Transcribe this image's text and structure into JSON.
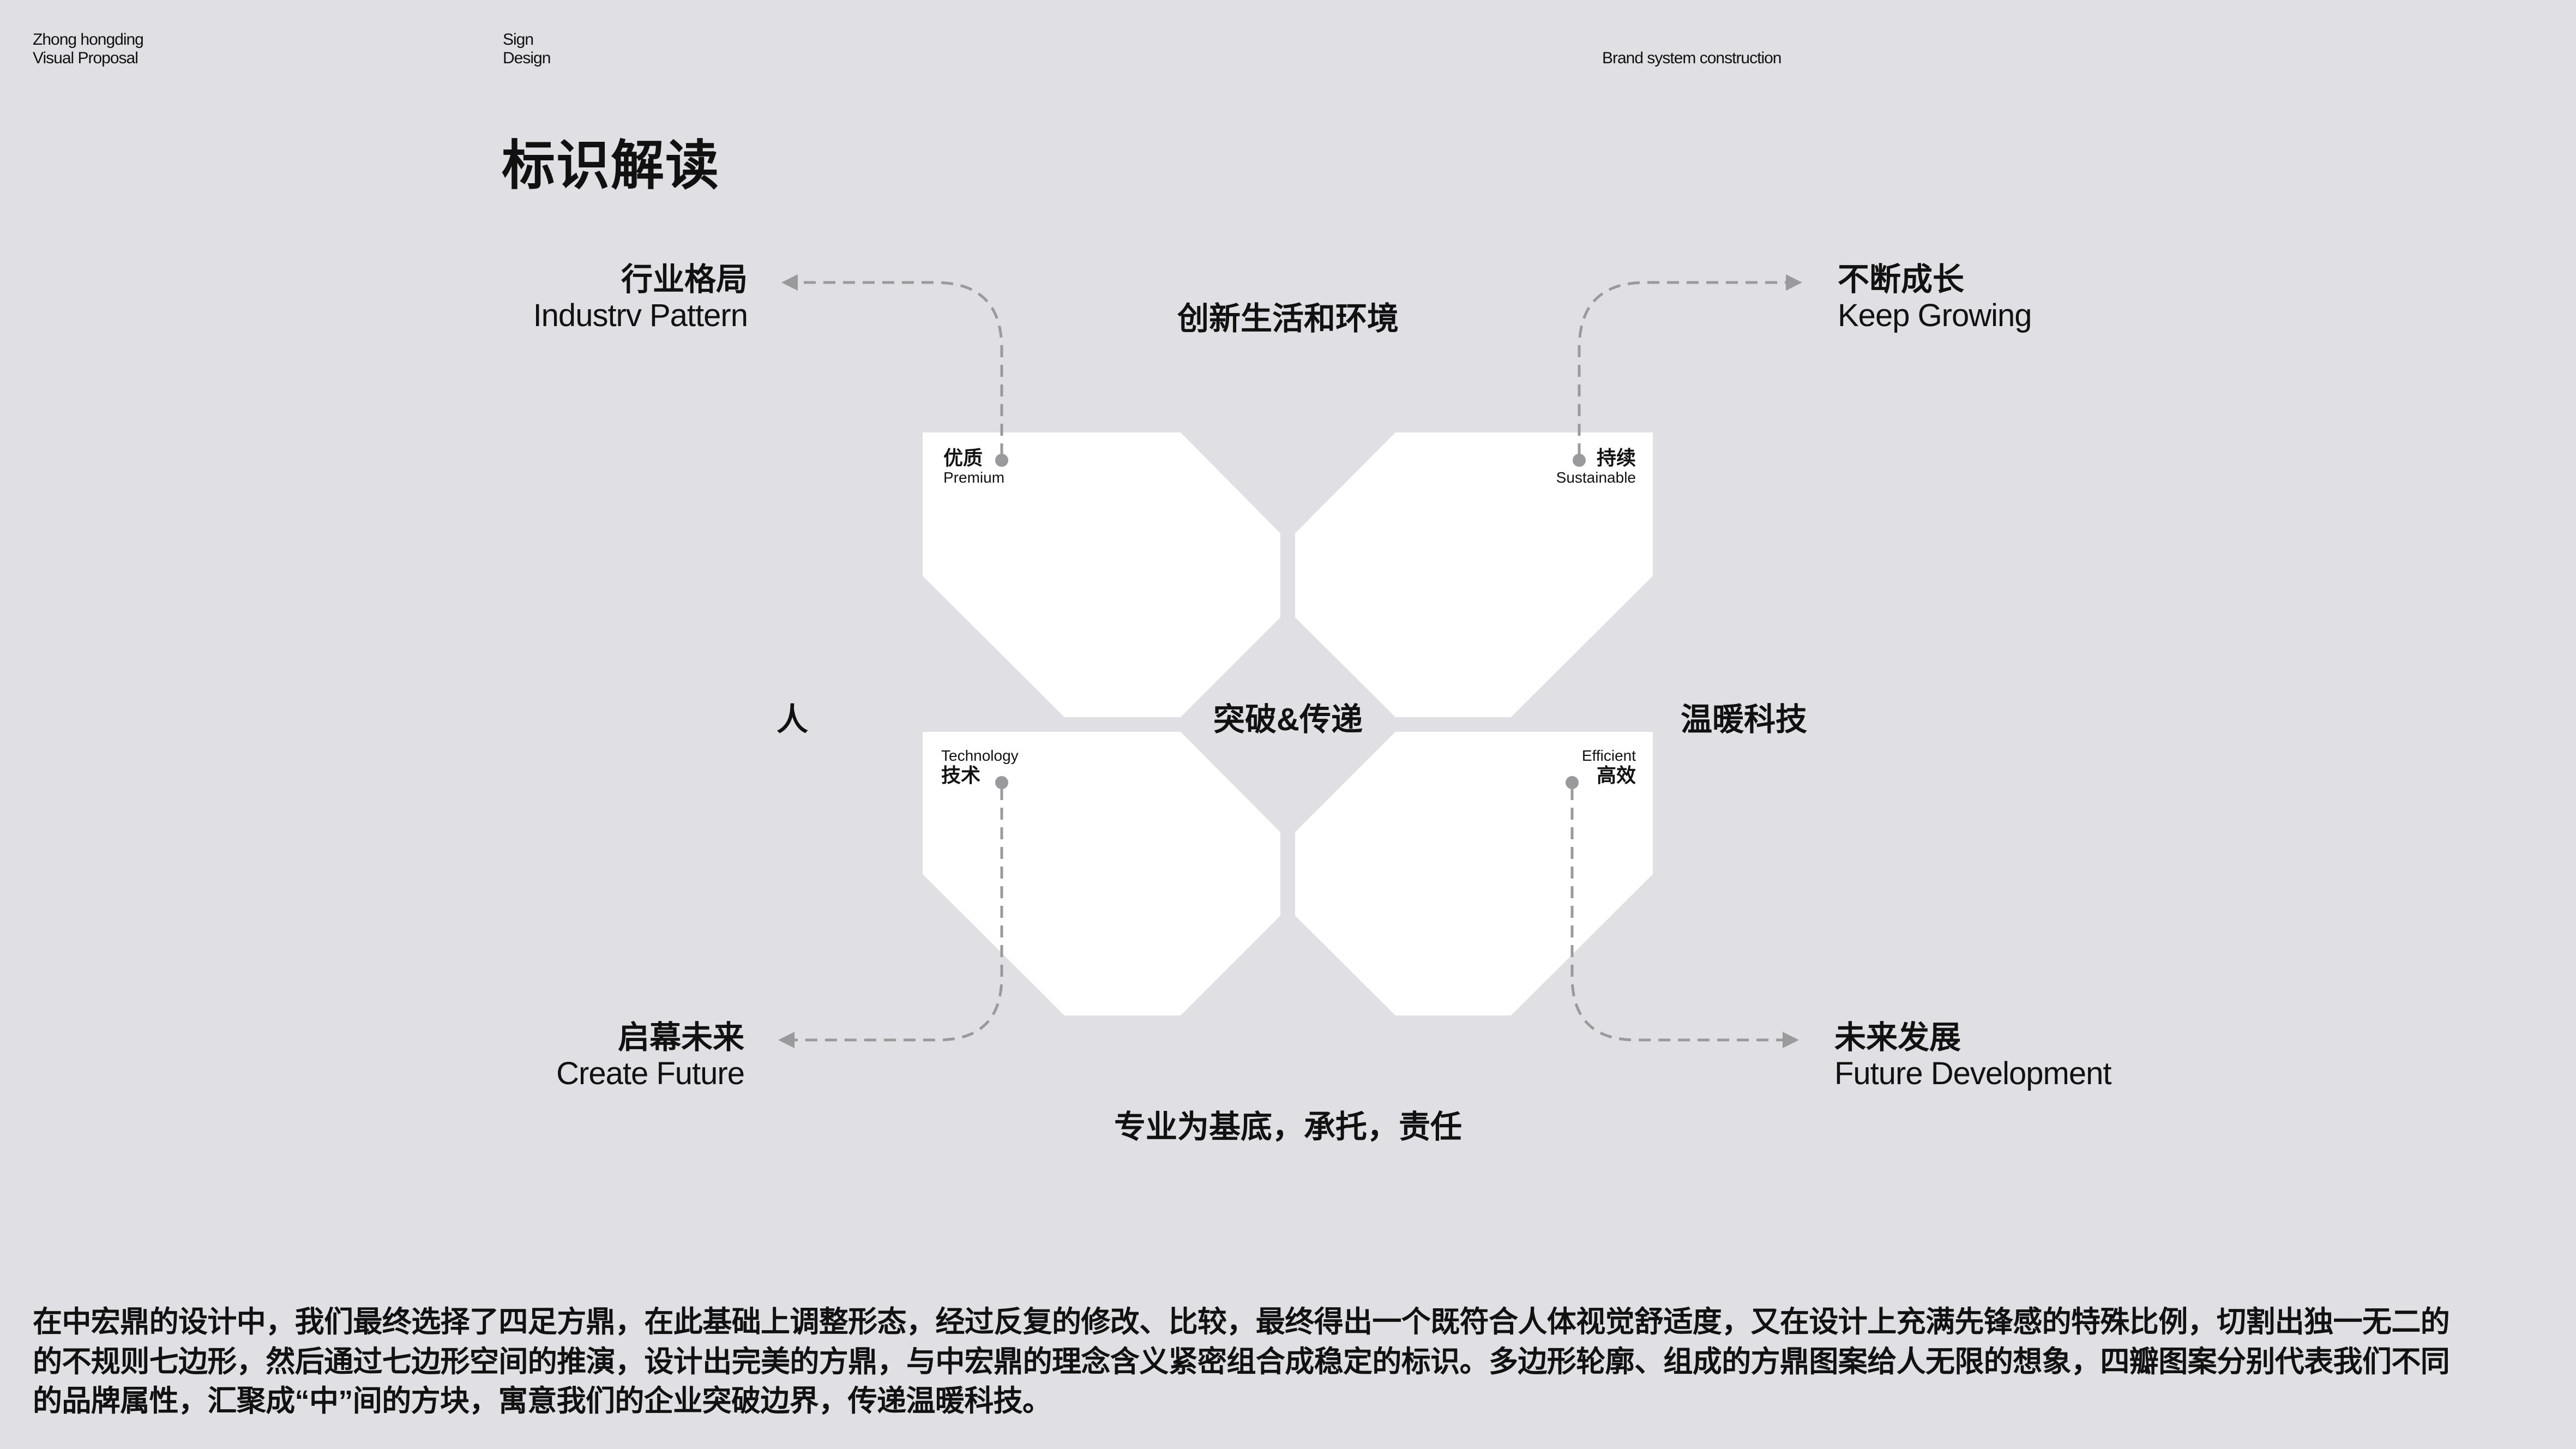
{
  "header": {
    "left_line1": "Zhong hongding",
    "left_line2": "Visual Proposal",
    "middle_line1": "Sign",
    "middle_line2": "Design",
    "right": "Brand system construction"
  },
  "page_title": "标识解读",
  "colors": {
    "background": "#e0e0e4",
    "shape_fill": "#ffffff",
    "connector": "#9a9a9c",
    "text": "#111111"
  },
  "diagram": {
    "top_center": "创新生活和环境",
    "middle_left": "人",
    "center": "突破&传递",
    "middle_right": "温暖科技",
    "bottom_center": "专业为基底，承托，责任",
    "petals": [
      {
        "position": "top-left",
        "cn": "优质",
        "en": "Premium"
      },
      {
        "position": "top-right",
        "cn": "持续",
        "en": "Sustainable"
      },
      {
        "position": "bottom-left",
        "cn": "技术",
        "en": "Technology"
      },
      {
        "position": "bottom-right",
        "cn": "高效",
        "en": "Efficient"
      }
    ],
    "callouts": [
      {
        "position": "top-left",
        "cn": "行业格局",
        "en": "Industrv Pattern"
      },
      {
        "position": "top-right",
        "cn": "不断成长",
        "en": "Keep Growing"
      },
      {
        "position": "bottom-left",
        "cn": "启幕未来",
        "en": "Create Future"
      },
      {
        "position": "bottom-right",
        "cn": "未来发展",
        "en": "Future Development"
      }
    ]
  },
  "description": {
    "line1": "在中宏鼎的设计中，我们最终选择了四足方鼎，在此基础上调整形态，经过反复的修改、比较，最终得出一个既符合人体视觉舒适度，又在设计上充满先锋感的特殊比例，切割出独一无二的",
    "line2": "的不规则七边形，然后通过七边形空间的推演，设计出完美的方鼎，与中宏鼎的理念含义紧密组合成稳定的标识。多边形轮廓、组成的方鼎图案给人无限的想象，四瓣图案分别代表我们不同",
    "line3": "的品牌属性，汇聚成“中”间的方块，寓意我们的企业突破边界，传递温暖科技。"
  }
}
